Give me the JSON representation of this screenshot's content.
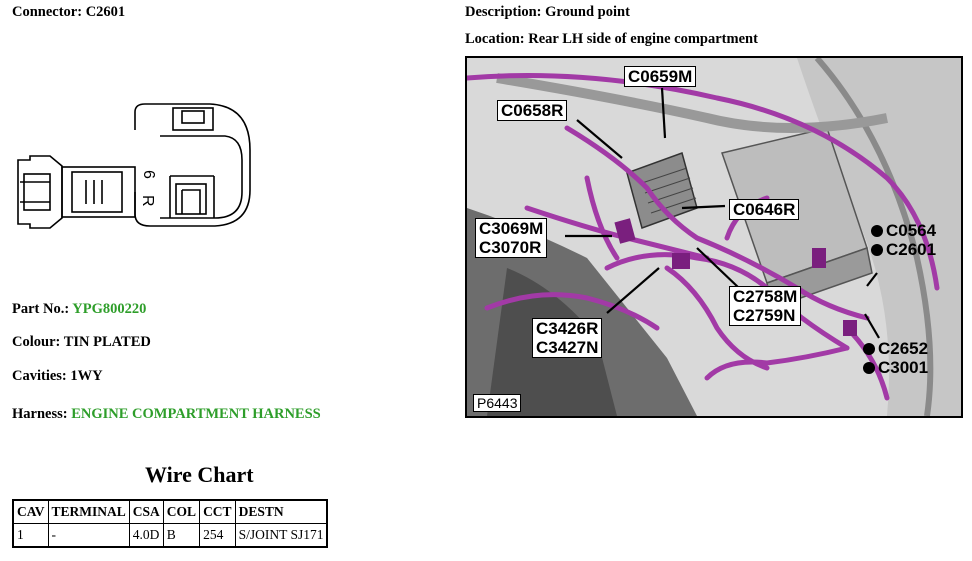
{
  "connector": {
    "label": "Connector:",
    "value": "C2601"
  },
  "description": {
    "label": "Description:",
    "value": "Ground point"
  },
  "location": {
    "label": "Location:",
    "value": "Rear LH side of engine compartment"
  },
  "part_no": {
    "label": "Part No.:",
    "value": "YPG800220"
  },
  "colour": {
    "label": "Colour:",
    "value": "TIN PLATED"
  },
  "cavities": {
    "label": "Cavities:",
    "value": "1WY"
  },
  "harness": {
    "label": "Harness:",
    "value": "ENGINE COMPARTMENT HARNESS"
  },
  "drawing_marks": {
    "cavity_mark": "6",
    "side_mark": "R"
  },
  "photo": {
    "code": "P6443",
    "callouts": {
      "c0659m": "C0659M",
      "c0658r": "C0658R",
      "c0646r": "C0646R",
      "c3069m": "C3069M",
      "c3070r": "C3070R",
      "c0564": "C0564",
      "c2601": "C2601",
      "c2758m": "C2758M",
      "c2759n": "C2759N",
      "c3426r": "C3426R",
      "c3427n": "C3427N",
      "c2652": "C2652",
      "c3001": "C3001"
    }
  },
  "wire_chart": {
    "title": "Wire Chart",
    "headers": [
      "CAV",
      "TERMINAL",
      "CSA",
      "COL",
      "CCT",
      "DESTN"
    ],
    "rows": [
      [
        "1",
        "-",
        "4.0D",
        "B",
        "254",
        "S/JOINT SJ171"
      ]
    ]
  },
  "colors": {
    "link_green": "#2e9e2a",
    "harness_purple": "#a23aa6"
  }
}
